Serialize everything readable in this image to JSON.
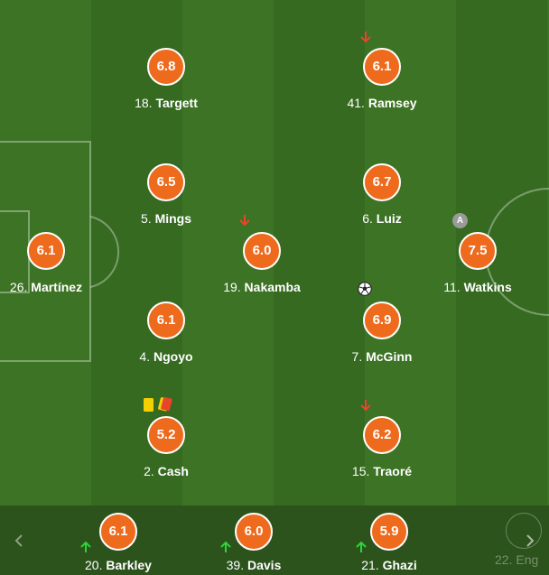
{
  "lineup": [
    {
      "id": "targett",
      "number": "18.",
      "name": "Targett",
      "rating": "6.8"
    },
    {
      "id": "ramsey",
      "number": "41.",
      "name": "Ramsey",
      "rating": "6.1"
    },
    {
      "id": "mings",
      "number": "5.",
      "name": "Mings",
      "rating": "6.5"
    },
    {
      "id": "luiz",
      "number": "6.",
      "name": "Luiz",
      "rating": "6.7"
    },
    {
      "id": "martinez",
      "number": "26.",
      "name": "Martínez",
      "rating": "6.1"
    },
    {
      "id": "nakamba",
      "number": "19.",
      "name": "Nakamba",
      "rating": "6.0"
    },
    {
      "id": "watkins",
      "number": "11.",
      "name": "Watkins",
      "rating": "7.5"
    },
    {
      "id": "ngoyo",
      "number": "4.",
      "name": "Ngoyo",
      "rating": "6.1"
    },
    {
      "id": "mcginn",
      "number": "7.",
      "name": "McGinn",
      "rating": "6.9"
    },
    {
      "id": "cash",
      "number": "2.",
      "name": "Cash",
      "rating": "5.2"
    },
    {
      "id": "traore",
      "number": "15.",
      "name": "Traoré",
      "rating": "6.2"
    }
  ],
  "captain_badge": "A",
  "substitutes": [
    {
      "id": "barkley",
      "number": "20.",
      "name": "Barkley",
      "rating": "6.1"
    },
    {
      "id": "davis",
      "number": "39.",
      "name": "Davis",
      "rating": "6.0"
    },
    {
      "id": "ghazi",
      "number": "21.",
      "name": "Ghazi",
      "rating": "5.9"
    }
  ],
  "partial_sub": {
    "number": "22.",
    "name": "Eng"
  },
  "icons": {
    "sub_off": "arrow-down-icon",
    "sub_on": "arrow-up-icon",
    "goal": "football-icon",
    "cards": "yellow-red-card-icon",
    "prev": "chevron-left-icon",
    "next": "chevron-right-icon"
  },
  "colors": {
    "rating_bg": "#ee6a1d",
    "sub_off_arrow": "#e8452c",
    "sub_on_arrow": "#2fd43a",
    "yellow_card": "#f5d000",
    "red_card": "#e8452c",
    "captain_bg": "#9a9a9a"
  }
}
